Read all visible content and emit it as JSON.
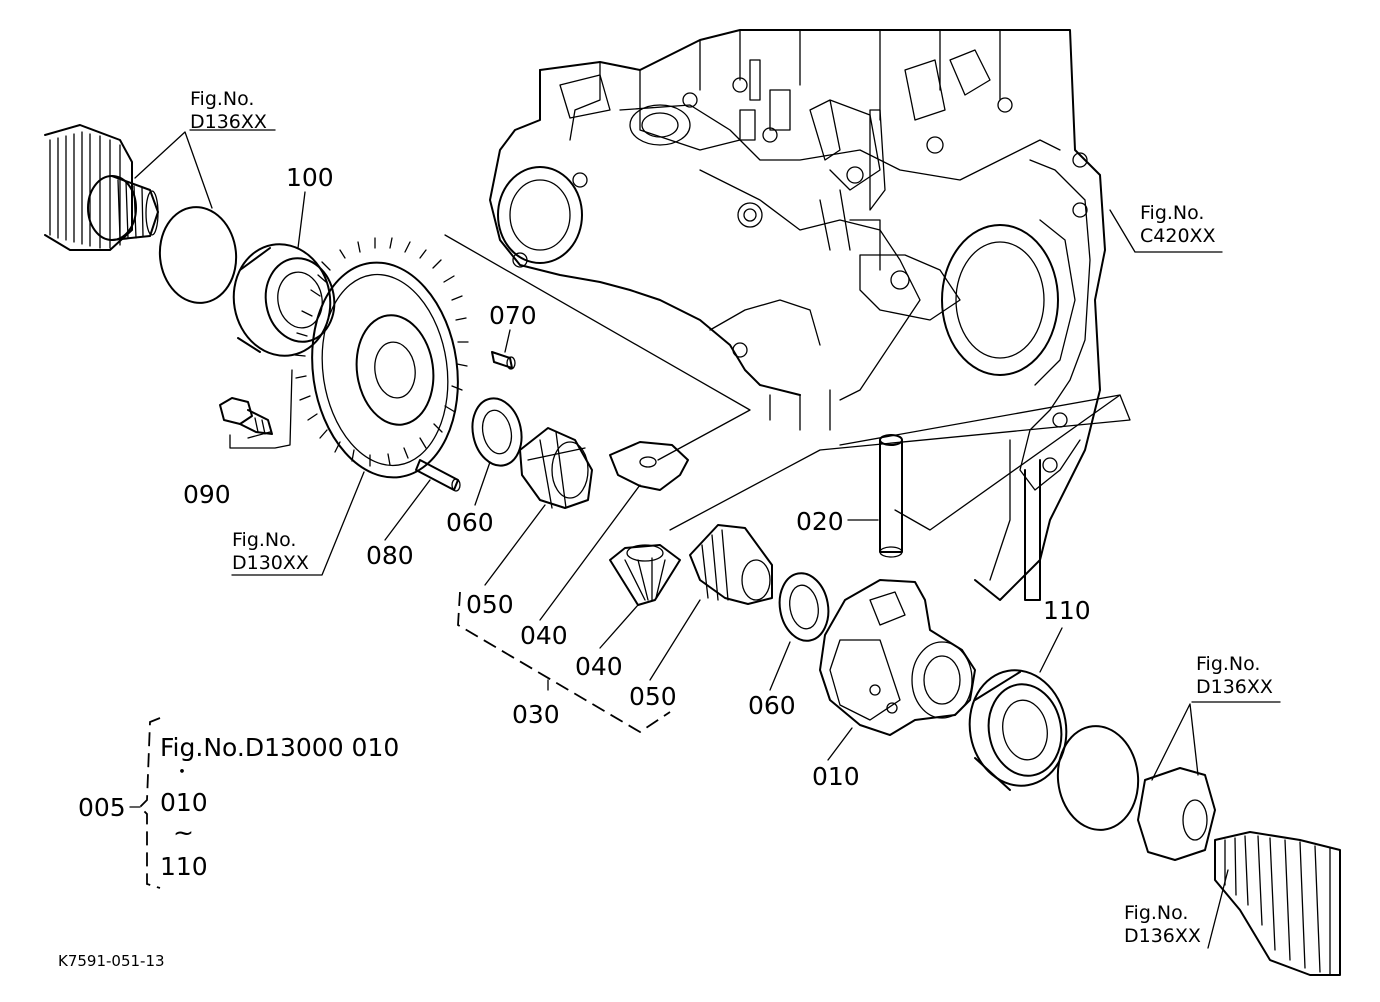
{
  "parts": {
    "p100": "100",
    "p070": "070",
    "p090": "090",
    "p060a": "060",
    "p080": "080",
    "p050a": "050",
    "p040a": "040",
    "p040b": "040",
    "p050b": "050",
    "p030": "030",
    "p020": "020",
    "p060b": "060",
    "p010": "010",
    "p110": "110"
  },
  "refs": {
    "fig_prefix": "Fig.No.",
    "top_left": "D136XX",
    "right_top": "C420XX",
    "left_mid": "D130XX",
    "right_mid": "D136XX",
    "bottom_right": "D136XX"
  },
  "assembly": {
    "number": "005",
    "line1": "Fig.No.D13000  010",
    "dot": "・",
    "line2": "010",
    "tilde": "~",
    "line3": "110"
  },
  "drawing_code": "K7591-051-13"
}
